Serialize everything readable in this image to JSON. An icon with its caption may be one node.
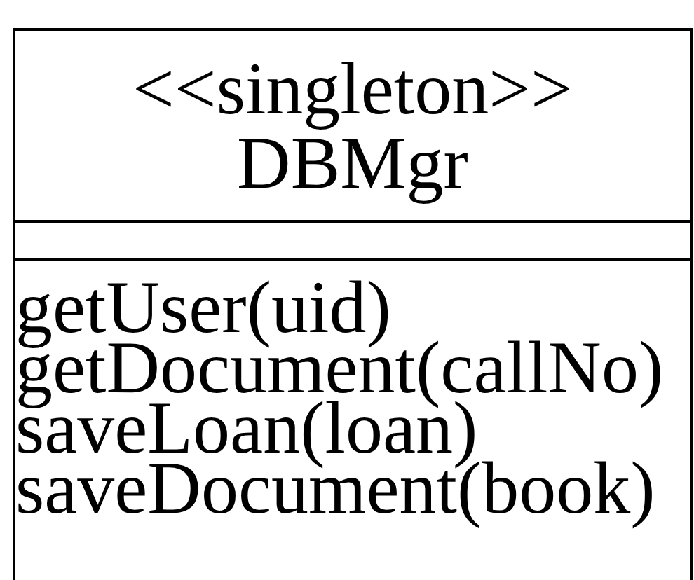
{
  "diagram": {
    "nodes": [
      {
        "text": [],
        "shape": "box"
      },
      {
        "text": [
          "<<singleton>>",
          "DBMgr"
        ],
        "in": 0
      },
      {
        "text": [],
        "shape": "box",
        "in": 0
      },
      {
        "text": [
          "getUser(uid)",
          "getDocument(callNo)",
          "saveLoan(loan)",
          "saveDocument(book)"
        ],
        "in": 0
      }
    ]
  }
}
